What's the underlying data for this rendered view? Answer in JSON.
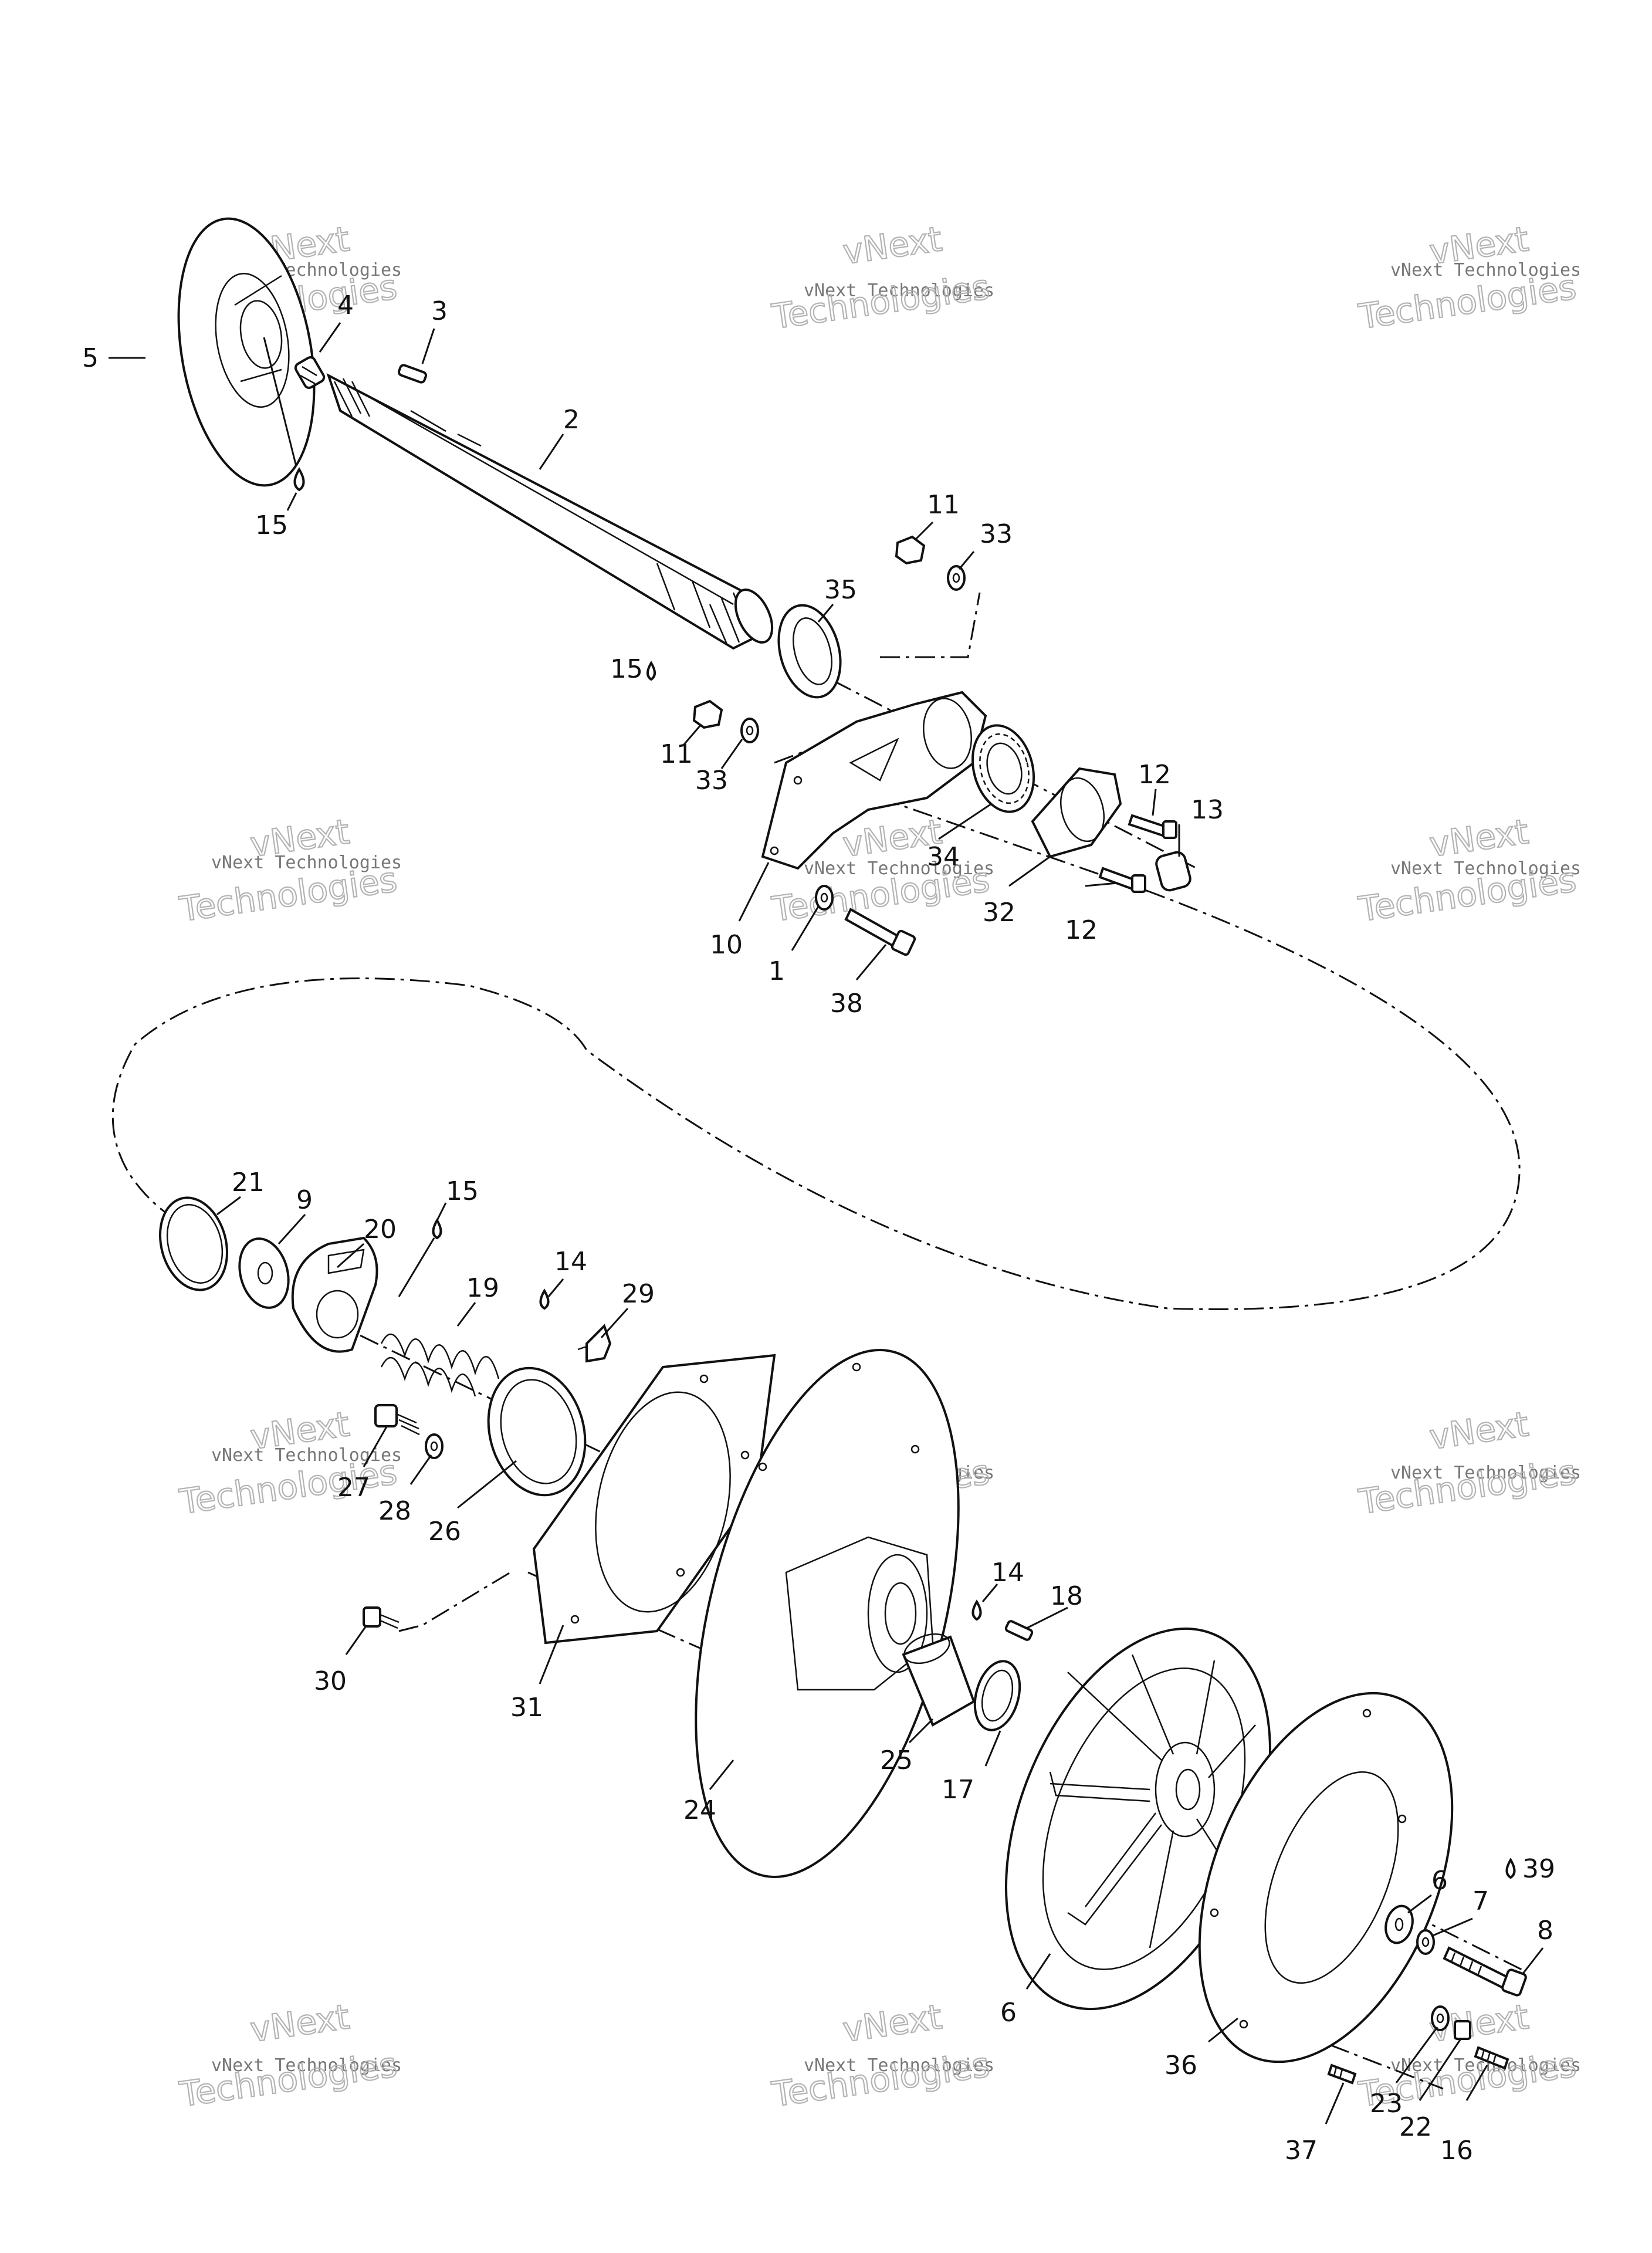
{
  "watermark": {
    "company": "vNext Technologies",
    "word1": "vNext",
    "word2": "Technologies"
  },
  "callouts": {
    "c1": "1",
    "c2": "2",
    "c3": "3",
    "c4": "4",
    "c5": "5",
    "c6a": "6",
    "c6b": "6",
    "c7": "7",
    "c8": "8",
    "c9": "9",
    "c10": "10",
    "c11a": "11",
    "c11b": "11",
    "c12a": "12",
    "c12b": "12",
    "c13": "13",
    "c14a": "14",
    "c14b": "14",
    "c15a": "15",
    "c15b": "15",
    "c15c": "15",
    "c16": "16",
    "c17": "17",
    "c18": "18",
    "c19": "19",
    "c20": "20",
    "c21": "21",
    "c22": "22",
    "c23": "23",
    "c24": "24",
    "c25": "25",
    "c26": "26",
    "c27": "27",
    "c28": "28",
    "c29": "29",
    "c30": "30",
    "c31": "31",
    "c32": "32",
    "c33a": "33",
    "c33b": "33",
    "c34": "34",
    "c35": "35",
    "c36": "36",
    "c37": "37",
    "c38": "38",
    "c39": "39"
  }
}
